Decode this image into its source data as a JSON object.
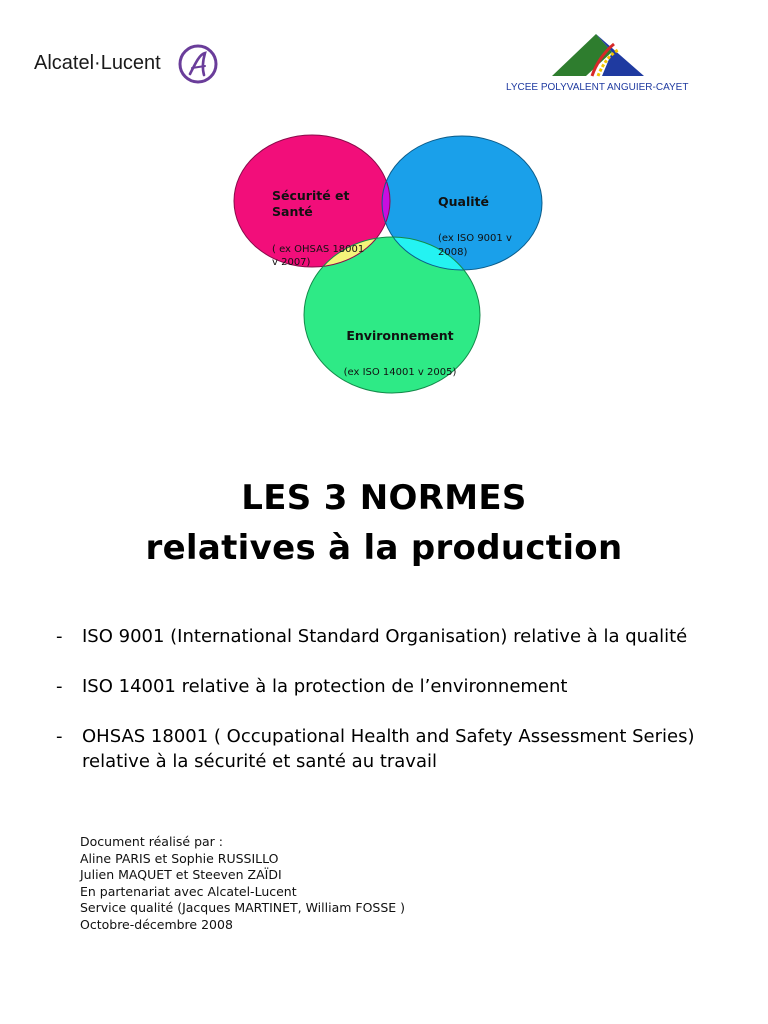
{
  "header": {
    "brand": "Alcatel·Lucent",
    "brand_color": "#1a1a1a",
    "brand_mark_color": "#6a3d9a",
    "school_name": "LYCEE POLYVALENT ANGUIER-CAYET",
    "school_colors": [
      "#2e7d2e",
      "#1f3aa0",
      "#d62828",
      "#f2c500"
    ]
  },
  "venn": {
    "circles": [
      {
        "name": "securite",
        "color": "#f20e7a",
        "title": "Sécurité et Santé",
        "detail": "( ex OHSAS 18001 v 2007)"
      },
      {
        "name": "qualite",
        "color": "#1aa0ea",
        "title": "Qualité",
        "detail": "(ex ISO 9001 v 2008)"
      },
      {
        "name": "environnement",
        "color": "#2eea86",
        "title": "Environnement",
        "detail": "(ex ISO 14001 v 2005)"
      }
    ],
    "overlap_colors": {
      "securite_qualite": "#c90ee0",
      "securite_env": "#f4f57a",
      "qualite_env": "#24f3f2",
      "center": "#ffffff"
    }
  },
  "title": {
    "line1": "LES 3 NORMES",
    "line2": "relatives à la production"
  },
  "norms": [
    {
      "dash": "-",
      "text": "ISO 9001 (International Standard Organisation) relative à la qualité"
    },
    {
      "dash": "-",
      "text": "ISO 14001 relative à la protection de l’environnement"
    },
    {
      "dash": "-",
      "text": "OHSAS 18001 ( Occupational Health and Safety Assessment Series) relative à la sécurité et santé au travail"
    }
  ],
  "credits": [
    "Document réalisé par :",
    "Aline PARIS et Sophie RUSSILLO",
    "Julien MAQUET et Steeven ZAÏDI",
    "En partenariat avec Alcatel-Lucent",
    "Service qualité (Jacques  MARTINET, William FOSSE )",
    "Octobre-décembre 2008"
  ]
}
